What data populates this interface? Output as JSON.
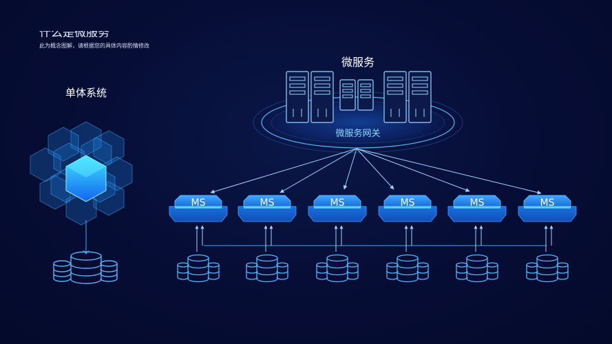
{
  "header": {
    "title": "什么是微服务",
    "subtitle": "此为概念图解，请根据您的具体内容酌情修改"
  },
  "monolith": {
    "label": "单体系统"
  },
  "microservices": {
    "label": "微服务",
    "gateway_label": "微服务网关",
    "services": [
      {
        "label": "MS"
      },
      {
        "label": "MS"
      },
      {
        "label": "MS"
      },
      {
        "label": "MS"
      },
      {
        "label": "MS"
      },
      {
        "label": "MS"
      }
    ]
  },
  "colors": {
    "background": "#050b2e",
    "line": "#3fa9ff",
    "cyan": "#33c8ff",
    "box_face": "#1e7ae6"
  }
}
